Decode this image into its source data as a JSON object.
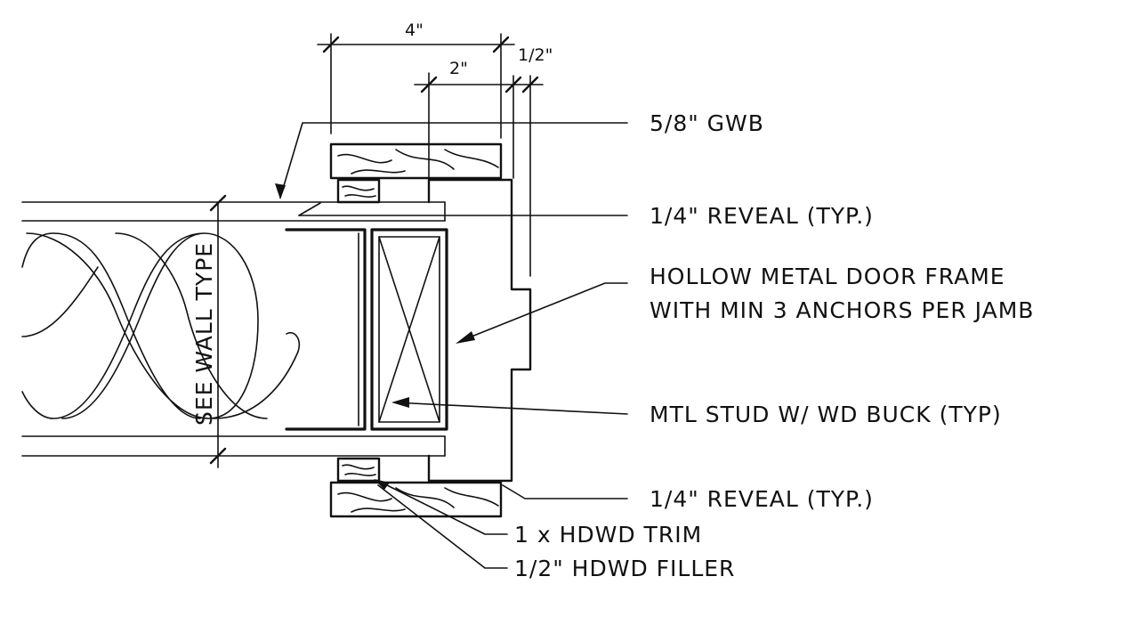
{
  "dimensions": {
    "overall": "4\"",
    "frame_face": "2\"",
    "gwb_offset": "1/2\""
  },
  "wall_label": "SEE WALL TYPE",
  "callouts": {
    "gwb": "5/8\" GWB",
    "reveal_top": "1/4\" REVEAL (TYP.)",
    "door_frame_line1": "HOLLOW METAL DOOR FRAME",
    "door_frame_line2": "WITH MIN 3 ANCHORS PER JAMB",
    "stud": "MTL STUD  W/ WD BUCK (TYP)",
    "reveal_bottom": "1/4\" REVEAL (TYP.)",
    "trim": "1 x HDWD TRIM",
    "filler": "1/2\" HDWD FILLER"
  }
}
